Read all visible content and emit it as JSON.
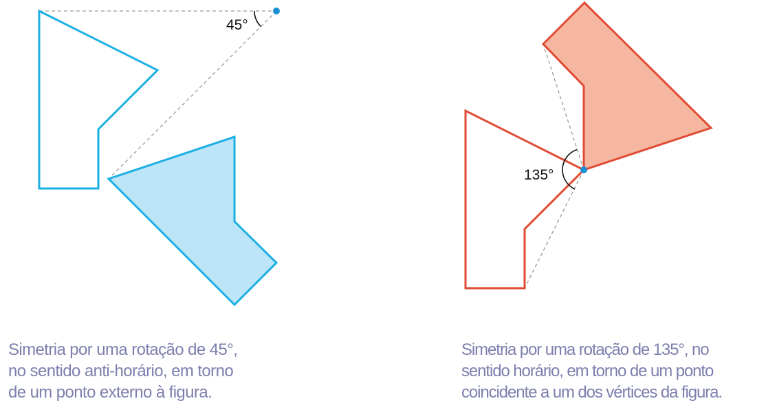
{
  "colors": {
    "blue": "#1ab0e3",
    "blue_fill": "#bde5f8",
    "red": "#e04a33",
    "red_fill": "#f6b7a0",
    "guide": "#9a9a9a",
    "caption": "#7d7fae",
    "center_point": "#1a8fd6"
  },
  "left_figure": {
    "angle_label": "45°",
    "caption_lines": [
      "Simetria por uma rotação de 45°,",
      "no sentido anti-horário, em torno",
      "de um ponto externo à figura."
    ]
  },
  "right_figure": {
    "angle_label": "135°",
    "caption_lines": [
      "Simetria por uma rotação de 135°, no",
      "sentido horário, em torno de um ponto",
      "coincidente a um dos vértices da figura."
    ]
  }
}
